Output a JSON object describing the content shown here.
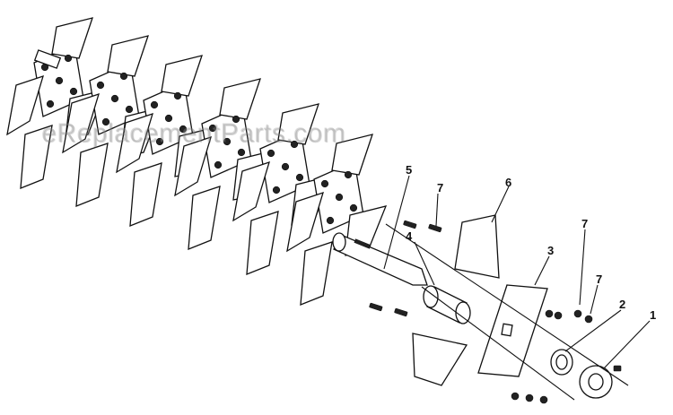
{
  "watermark": "eReplacementParts.com",
  "callouts": [
    {
      "id": "c1",
      "label": "1"
    },
    {
      "id": "c2",
      "label": "2"
    },
    {
      "id": "c3",
      "label": "3"
    },
    {
      "id": "c4",
      "label": "4"
    },
    {
      "id": "c5",
      "label": "5"
    },
    {
      "id": "c6",
      "label": "6"
    },
    {
      "id": "c7a",
      "label": "7"
    },
    {
      "id": "c7b",
      "label": "7"
    },
    {
      "id": "c7c",
      "label": "7"
    }
  ]
}
